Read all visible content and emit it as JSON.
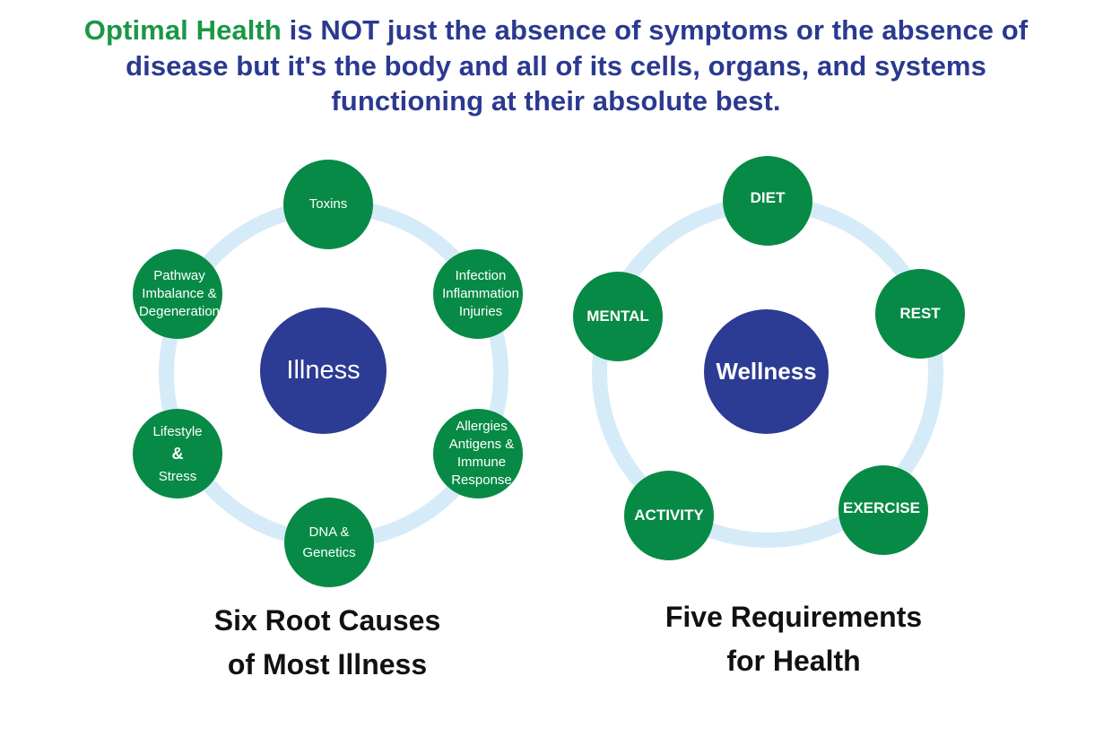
{
  "headline": {
    "accent": "Optimal Health",
    "rest": " is NOT just the absence of symptoms or the absence of disease but it's the body and all of its cells, organs, and systems functioning at their absolute best."
  },
  "illness_diagram": {
    "center": "Illness",
    "nodes": [
      {
        "lines": [
          "Toxins"
        ]
      },
      {
        "lines": [
          "Infection",
          "Inflammation",
          "Injuries"
        ]
      },
      {
        "lines": [
          "Allergies",
          "Antigens &",
          "Immune",
          "Response"
        ]
      },
      {
        "lines": [
          "DNA &",
          "Genetics"
        ]
      },
      {
        "lines": [
          "Lifestyle",
          "&",
          "Stress"
        ]
      },
      {
        "lines": [
          "Pathway",
          "Imbalance &",
          "Degeneration"
        ]
      }
    ],
    "caption_line1": "Six Root Causes",
    "caption_line2": "of Most Illness"
  },
  "wellness_diagram": {
    "center": "Wellness",
    "nodes": [
      {
        "lines": [
          "DIET"
        ]
      },
      {
        "lines": [
          "REST"
        ]
      },
      {
        "lines": [
          "EXERCISE"
        ]
      },
      {
        "lines": [
          "ACTIVITY"
        ]
      },
      {
        "lines": [
          "MENTAL"
        ]
      }
    ],
    "caption_line1": "Five Requirements",
    "caption_line2": "for Health"
  },
  "colors": {
    "node_green": "#078a45",
    "center_blue": "#2c3b93",
    "ring_light_blue": "#d6ebf8",
    "headline_blue": "#2b3990",
    "headline_green": "#1b9645"
  }
}
